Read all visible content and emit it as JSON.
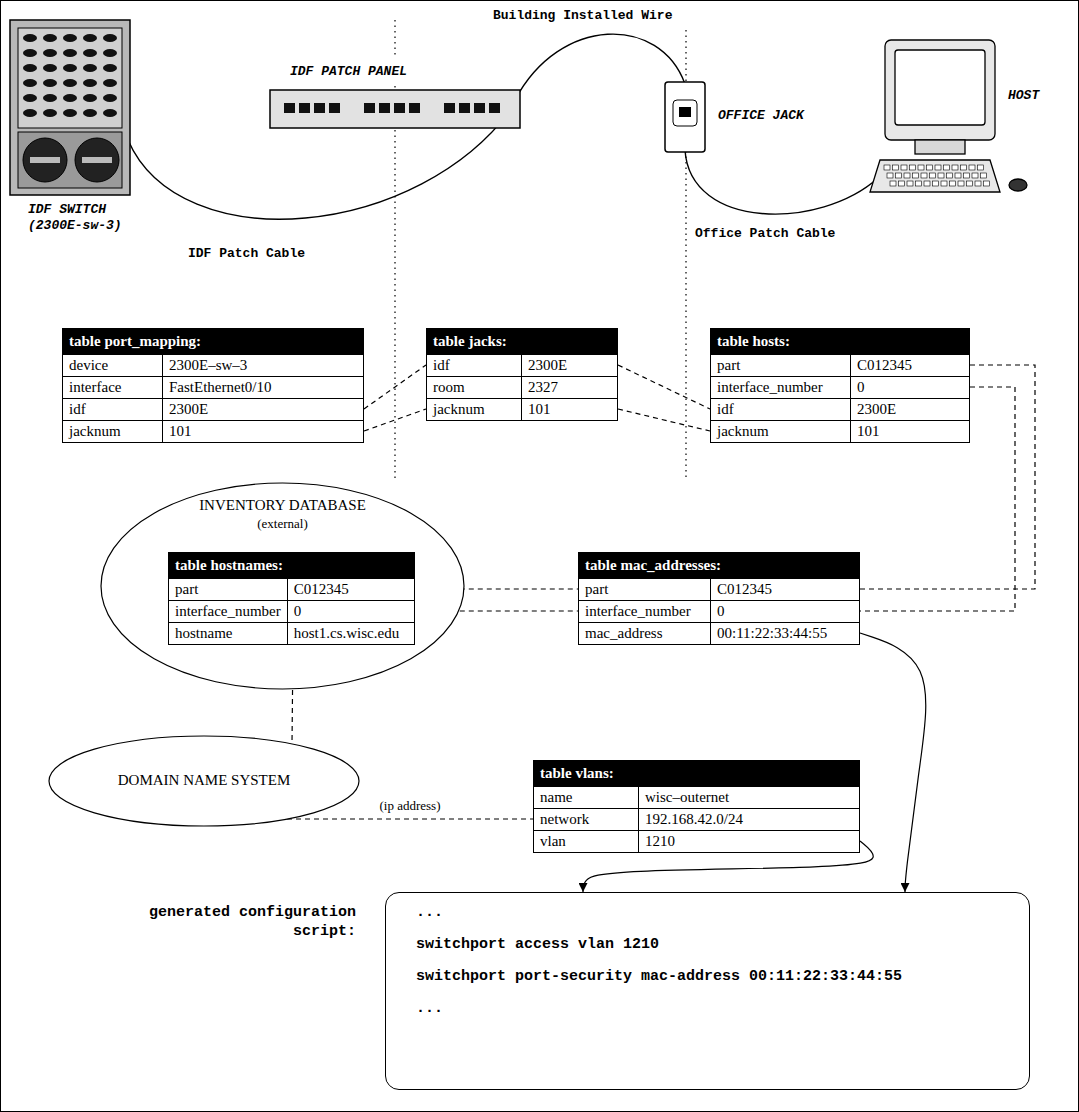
{
  "diagram": {
    "nodes": [
      {
        "text": [
          "table port_mapping:",
          "device",
          "2300E–sw–3",
          "interface",
          "FastEthernet0/10",
          "idf",
          "2300E",
          "jacknum",
          "101"
        ]
      },
      {
        "text": [
          "table jacks:",
          "idf",
          "2300E",
          "room",
          "2327",
          "jacknum",
          "101"
        ]
      },
      {
        "text": [
          "table hosts:",
          "part",
          "C012345",
          "interface_number",
          "0",
          "idf",
          "2300E",
          "jacknum",
          "101"
        ]
      },
      {
        "text": [
          "INVENTORY DATABASE",
          "(external)"
        ]
      },
      {
        "text": [
          "table hostnames:",
          "part",
          "C012345",
          "interface_number",
          "0",
          "hostname",
          "host1.cs.wisc.edu"
        ],
        "in": 3
      },
      {
        "text": [
          "table mac_addresses:",
          "part",
          "C012345",
          "interface_number",
          "0",
          "mac_address",
          "00:11:22:33:44:55"
        ]
      },
      {
        "text": [
          "DOMAIN NAME SYSTEM"
        ]
      },
      {
        "text": [
          "table vlans:",
          "name",
          "wisc–outernet",
          "network",
          "192.168.42.0/24",
          "vlan",
          "1210"
        ]
      },
      {
        "text": [
          "generated configuration script:",
          "...",
          "switchport access vlan 1210",
          "switchport port-security mac-address 00:11:22:33:44:55",
          "..."
        ]
      }
    ],
    "edges": [
      {
        "from": 0,
        "to": 1,
        "arrow": "none"
      },
      {
        "from": 0,
        "to": 1,
        "arrow": "none"
      },
      {
        "from": 1,
        "to": 2,
        "arrow": "none"
      },
      {
        "from": 1,
        "to": 2,
        "arrow": "none"
      },
      {
        "from": 2,
        "to": 5,
        "arrow": "none"
      },
      {
        "from": 2,
        "to": 5,
        "arrow": "none"
      },
      {
        "from": 4,
        "to": 5,
        "arrow": "none"
      },
      {
        "from": 4,
        "to": 5,
        "arrow": "none"
      },
      {
        "from": 4,
        "to": 6,
        "arrow": "none"
      },
      {
        "from": 6,
        "to": 7,
        "label": "(ip address)",
        "arrow": "none"
      },
      {
        "from": 7,
        "to": 8,
        "arrow": "to"
      },
      {
        "from": 5,
        "to": 8,
        "arrow": "to"
      }
    ],
    "labels": [
      "Building Installed Wire",
      "IDF PATCH PANEL",
      "OFFICE JACK",
      "HOST",
      "IDF SWITCH (2300E-sw-3)",
      "IDF Patch Cable",
      "Office Patch Cable"
    ]
  }
}
